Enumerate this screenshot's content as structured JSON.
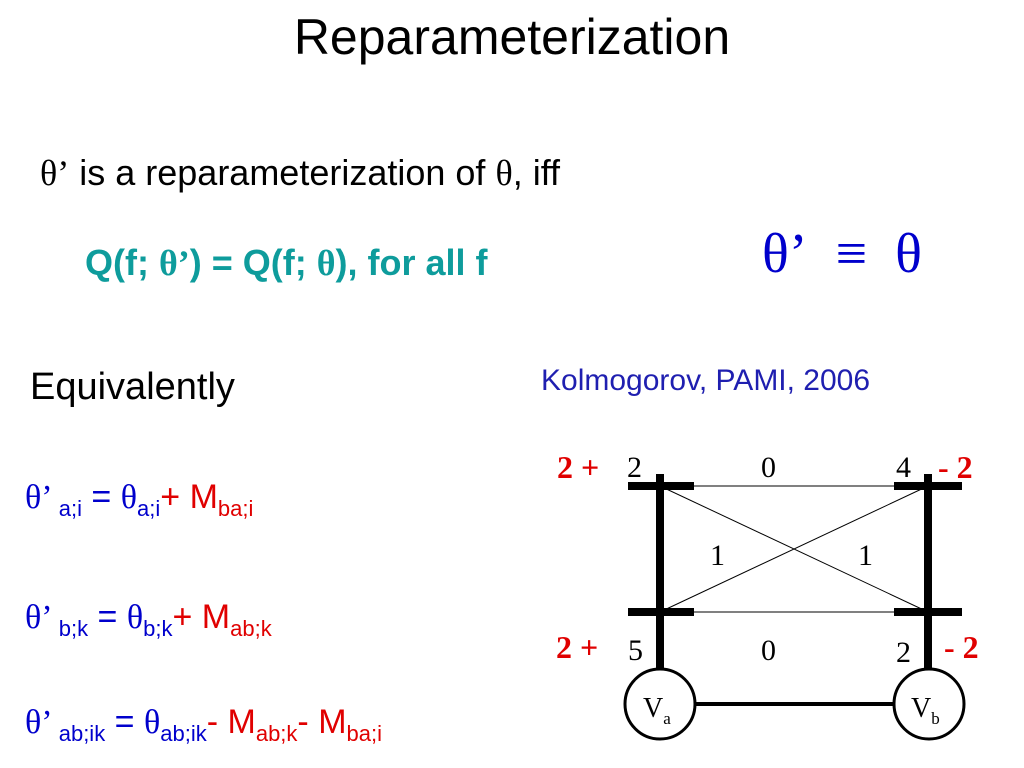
{
  "slide": {
    "title": "Reparameterization",
    "definition": {
      "prime_symbol": "θ’",
      "text": " is a reparameterization of ",
      "theta": "θ",
      "suffix": ", iff"
    },
    "condition": {
      "lhs_start": "Q(f; ",
      "lhs_theta_prime": "θ’",
      "lhs_end": ")  = Q(f; ",
      "rhs_theta": "θ",
      "rhs_end": "), for all f"
    },
    "equivalence": {
      "left": "θ’",
      "operator": "≡",
      "right": "θ"
    },
    "equivalently_label": "Equivalently",
    "citation": "Kolmogorov, PAMI, 2006",
    "formulas": [
      {
        "lhs": "θ’",
        "lhs_sub": " a;i",
        "equals": " = ",
        "rhs": "θ",
        "rhs_sub": "a;i",
        "terms": [
          {
            "sign": "+ M",
            "sub": "ba;i"
          }
        ]
      },
      {
        "lhs": "θ’",
        "lhs_sub": " b;k",
        "equals": " = ",
        "rhs": "θ",
        "rhs_sub": "b;k",
        "terms": [
          {
            "sign": "+ M",
            "sub": "ab;k"
          }
        ]
      },
      {
        "lhs": "θ’",
        "lhs_sub": " ab;ik",
        "equals": " = ",
        "rhs": "θ",
        "rhs_sub": "ab;ik",
        "terms": [
          {
            "sign": "- M",
            "sub": "ab;k"
          },
          {
            "sign": "- M",
            "sub": "ba;i"
          }
        ]
      }
    ]
  },
  "graph": {
    "unary_a_top": "2",
    "unary_a_bottom": "5",
    "unary_b_top": "4",
    "unary_b_bottom": "2",
    "pairwise_top": "0",
    "pairwise_bottom": "0",
    "pairwise_cross_left": "1",
    "pairwise_cross_right": "1",
    "add_a_top": "2 +",
    "add_a_bottom": "2 +",
    "sub_b_top": "- 2",
    "sub_b_bottom": "- 2",
    "node_a": {
      "label": "V",
      "sub": "a"
    },
    "node_b": {
      "label": "V",
      "sub": "b"
    }
  }
}
